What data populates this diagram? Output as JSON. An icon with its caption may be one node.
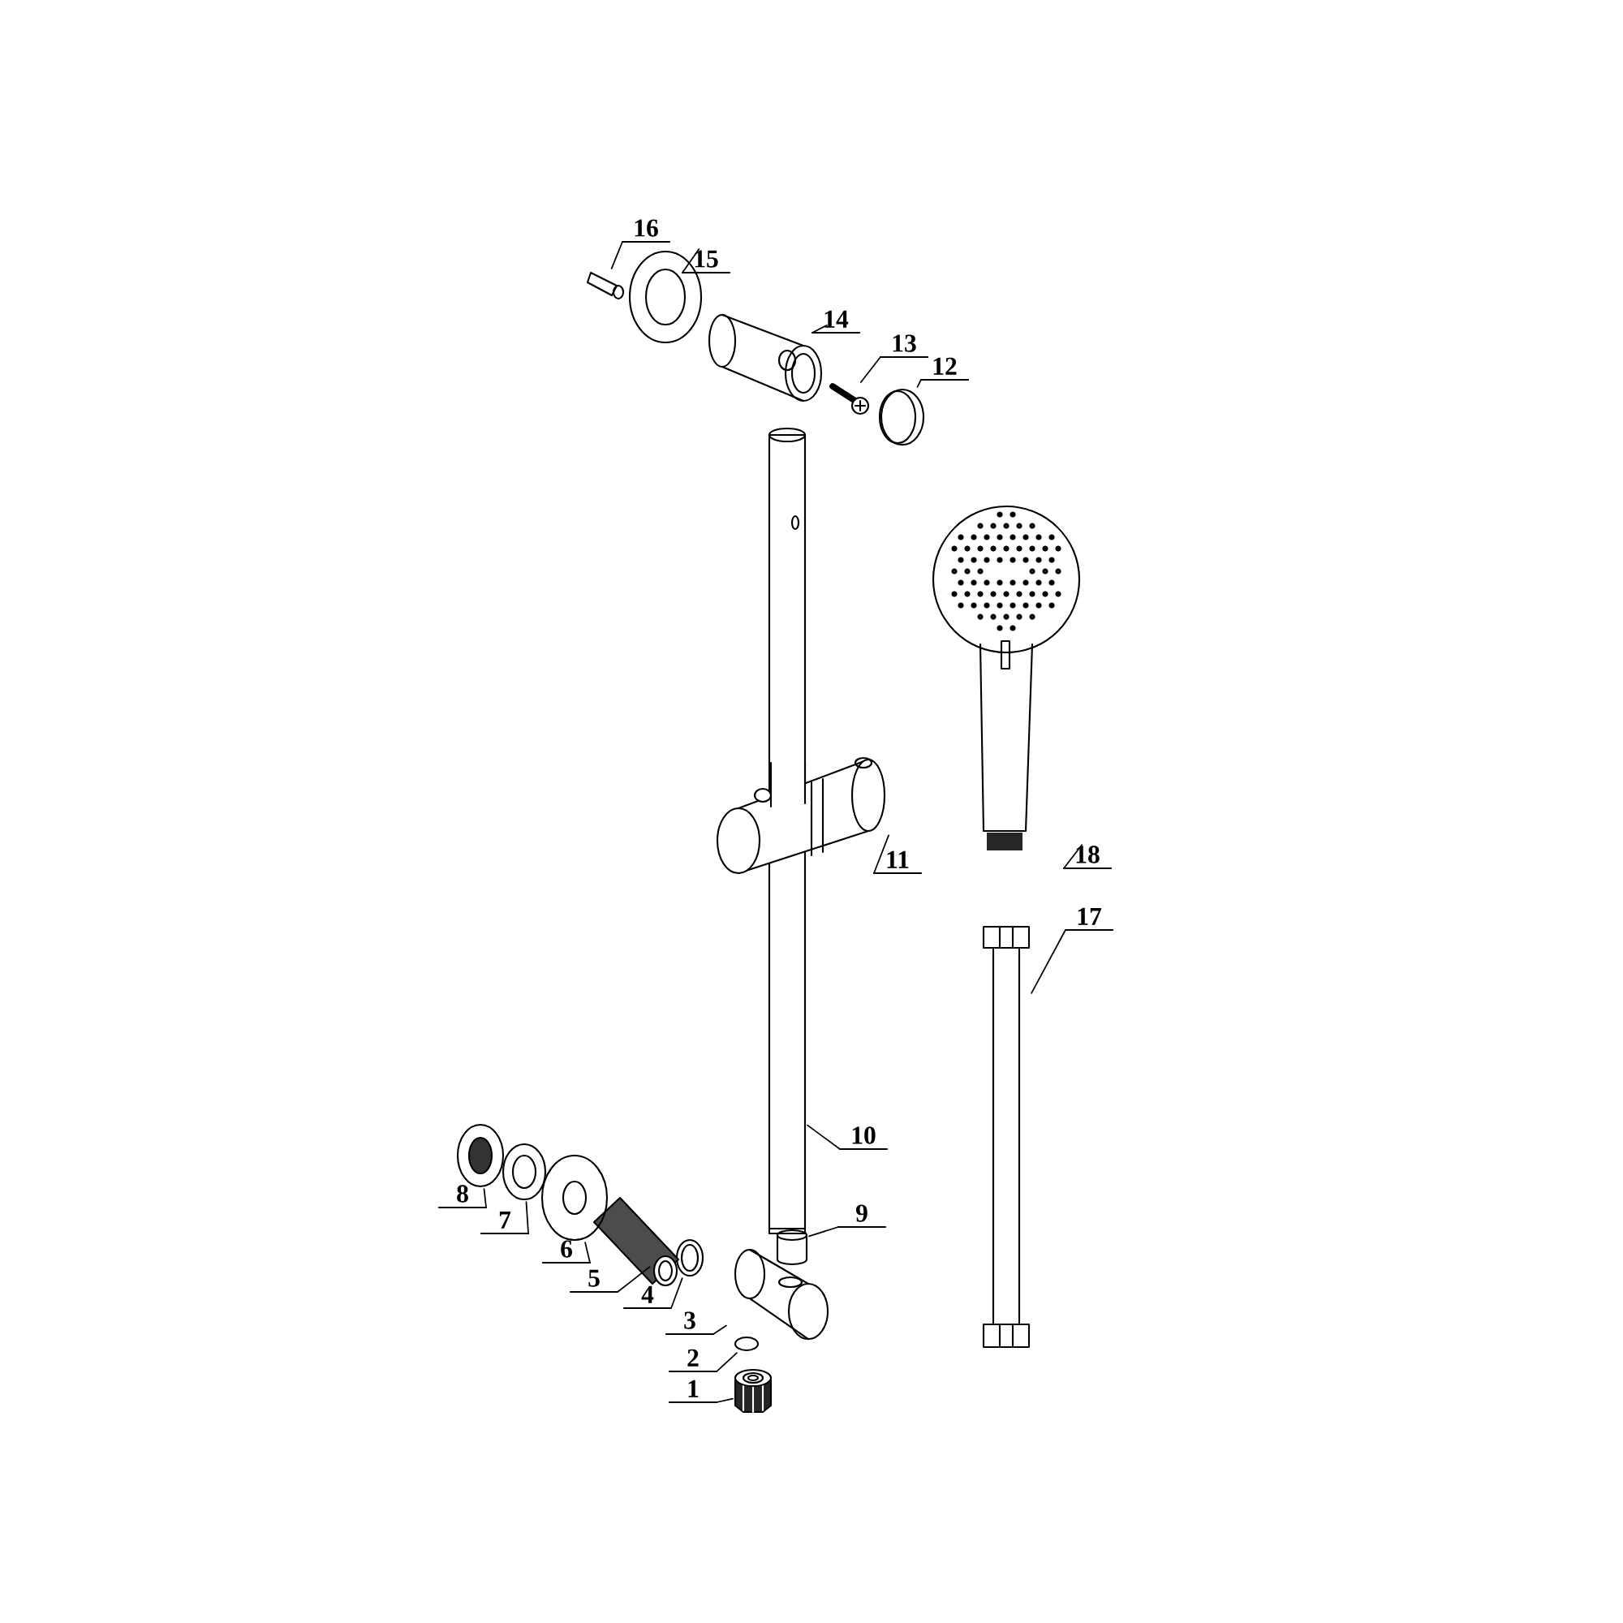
{
  "diagram": {
    "nodes": [
      {
        "text": [
          "1"
        ]
      },
      {
        "text": [
          "2"
        ]
      },
      {
        "text": [
          "3"
        ]
      },
      {
        "text": [
          "4"
        ]
      },
      {
        "text": [
          "5"
        ]
      },
      {
        "text": [
          "6"
        ]
      },
      {
        "text": [
          "7"
        ]
      },
      {
        "text": [
          "8"
        ]
      },
      {
        "text": [
          "9"
        ]
      },
      {
        "text": [
          "10"
        ]
      },
      {
        "text": [
          "11"
        ]
      },
      {
        "text": [
          "12"
        ]
      },
      {
        "text": [
          "13"
        ]
      },
      {
        "text": [
          "14"
        ]
      },
      {
        "text": [
          "15"
        ]
      },
      {
        "text": [
          "16"
        ]
      },
      {
        "text": [
          "17"
        ]
      },
      {
        "text": [
          "18"
        ]
      },
      {
        "text": [],
        "shape": "picture"
      },
      {
        "text": [],
        "shape": "circle"
      },
      {
        "text": [],
        "shape": "picture"
      },
      {
        "text": [],
        "shape": "picture"
      },
      {
        "text": [],
        "shape": "picture"
      },
      {
        "text": [],
        "shape": "picture"
      },
      {
        "text": [],
        "shape": "picture"
      },
      {
        "text": [],
        "shape": "picture"
      },
      {
        "text": [],
        "shape": "picture"
      },
      {
        "text": [],
        "shape": "picture"
      },
      {
        "text": [],
        "shape": "picture"
      },
      {
        "text": [],
        "shape": "picture"
      },
      {
        "text": [],
        "shape": "picture"
      },
      {
        "text": [],
        "shape": "picture"
      },
      {
        "text": [],
        "shape": "picture"
      },
      {
        "text": [],
        "shape": "picture"
      },
      {
        "text": [],
        "shape": "picture"
      },
      {
        "text": [],
        "shape": "picture"
      }
    ],
    "edges": [
      {
        "from": 0,
        "to": 18,
        "arrow": "none"
      },
      {
        "from": 1,
        "to": 19,
        "arrow": "none"
      },
      {
        "from": 2,
        "to": 20,
        "arrow": "none"
      },
      {
        "from": 3,
        "to": 21,
        "arrow": "none"
      },
      {
        "from": 4,
        "to": 22,
        "arrow": "none"
      },
      {
        "from": 5,
        "to": 23,
        "arrow": "none"
      },
      {
        "from": 6,
        "to": 24,
        "arrow": "none"
      },
      {
        "from": 7,
        "to": 25,
        "arrow": "none"
      },
      {
        "from": 8,
        "to": 26,
        "arrow": "none"
      },
      {
        "from": 9,
        "to": 27,
        "arrow": "none"
      },
      {
        "from": 10,
        "to": 28,
        "arrow": "none"
      },
      {
        "from": 11,
        "to": 29,
        "arrow": "none"
      },
      {
        "from": 12,
        "to": 30,
        "arrow": "none"
      },
      {
        "from": 13,
        "to": 31,
        "arrow": "none"
      },
      {
        "from": 14,
        "to": 32,
        "arrow": "none"
      },
      {
        "from": 15,
        "to": 33,
        "arrow": "none"
      },
      {
        "from": 16,
        "to": 34,
        "arrow": "none"
      },
      {
        "from": 17,
        "to": 35,
        "arrow": "none"
      }
    ]
  }
}
